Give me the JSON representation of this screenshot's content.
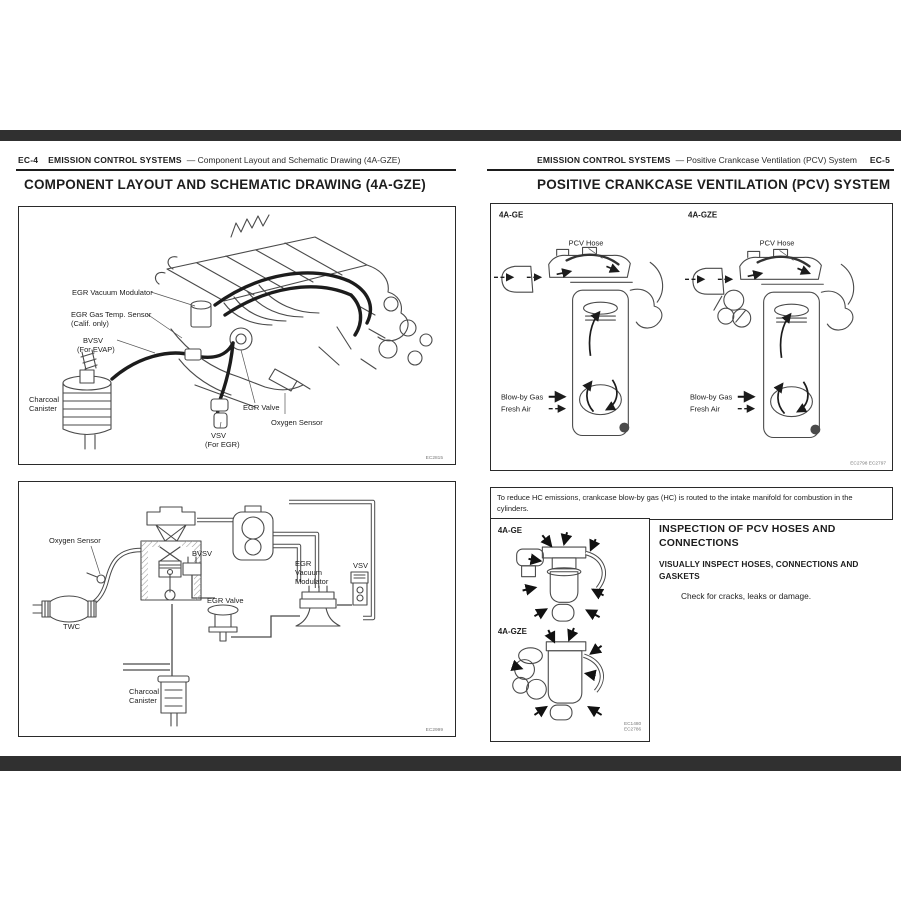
{
  "colors": {
    "bar": "#303030",
    "ink": "#1d1d1d",
    "line_art": "#4a4a4a",
    "page_bg": "#ffffff"
  },
  "page_left": {
    "header": {
      "page": "EC-4",
      "section": "EMISSION CONTROL SYSTEMS",
      "subtitle": "— Component Layout and Schematic Drawing (4A-GZE)"
    },
    "title": "COMPONENT LAYOUT AND SCHEMATIC DRAWING (4A-GZE)",
    "figure1": {
      "labels": {
        "egr_vacuum_modulator": "EGR Vacuum Modulator",
        "egr_gas_temp_line1": "EGR Gas Temp. Sensor",
        "egr_gas_temp_line2": "(Calif. only)",
        "bvsv_line1": "BVSV",
        "bvsv_line2": "(For EVAP)",
        "charcoal_line1": "Charcoal",
        "charcoal_line2": "Canister",
        "egr_valve": "EGR Valve",
        "oxygen_sensor": "Oxygen Sensor",
        "vsv_line1": "VSV",
        "vsv_line2": "(For EGR)"
      },
      "code": "EC2815"
    },
    "figure2": {
      "labels": {
        "oxygen_sensor": "Oxygen Sensor",
        "bvsv": "BVSV",
        "egr_mod_line1": "EGR",
        "egr_mod_line2": "Vacuum",
        "egr_mod_line3": "Modulator",
        "vsv": "VSV",
        "egr_valve": "EGR Valve",
        "twc": "TWC",
        "charcoal_line1": "Charcoal",
        "charcoal_line2": "Canister"
      },
      "code": "EC2999"
    }
  },
  "page_right": {
    "header": {
      "section": "EMISSION CONTROL SYSTEMS",
      "subtitle": "— Positive Crankcase Ventilation (PCV) System",
      "page": "EC-5"
    },
    "title": "POSITIVE CRANKCASE VENTILATION (PCV) SYSTEM",
    "pcv_figure": {
      "engine_left": "4A-GE",
      "engine_right": "4A-GZE",
      "pcv_hose_left": "PCV Hose",
      "pcv_hose_right": "PCV Hose",
      "blowby_left": "Blow-by Gas",
      "fresh_left": "Fresh Air",
      "blowby_right": "Blow-by Gas",
      "fresh_right": "Fresh Air",
      "code": "EC2798 EC2797"
    },
    "note": "To reduce HC emissions, crankcase blow-by gas (HC) is routed to the intake manifold for combustion in the cylinders.",
    "inspection_figure": {
      "engine_top": "4A-GE",
      "engine_bottom": "4A-GZE",
      "code_line1": "EC1480",
      "code_line2": "EC2786"
    },
    "inspection": {
      "heading": "INSPECTION OF PCV HOSES AND CONNECTIONS",
      "subheading": "VISUALLY INSPECT HOSES, CONNECTIONS AND GASKETS",
      "body": "Check for cracks, leaks or damage."
    }
  }
}
